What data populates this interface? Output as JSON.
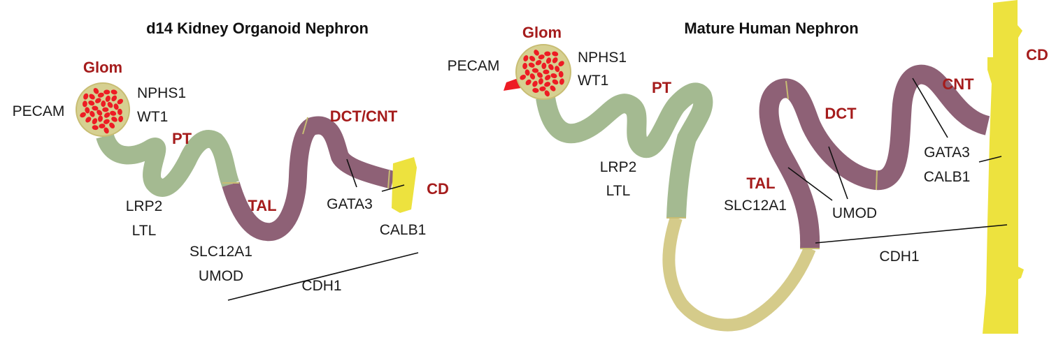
{
  "colors": {
    "glom_fill": "#d6d091",
    "glom_border": "#c8bd73",
    "capillary": "#ed1c24",
    "proximal_tubule": "#a4ba91",
    "loop_thin": "#d5cb8a",
    "distal_tubule": "#8e6176",
    "collecting_duct": "#ede23e",
    "segment_label": "#a51c1c",
    "marker_text": "#1a1a1a",
    "leader_line": "#111111"
  },
  "panels": {
    "organoid": {
      "title": "d14 Kidney Organoid Nephron",
      "segments": {
        "glom": "Glom",
        "pt": "PT",
        "tal": "TAL",
        "dct_cnt": "DCT/CNT",
        "cd": "CD"
      },
      "markers": {
        "pecam": "PECAM",
        "nphs1": "NPHS1",
        "wt1": "WT1",
        "lrp2": "LRP2",
        "ltl": "LTL",
        "slc12a1": "SLC12A1",
        "umod": "UMOD",
        "gata3": "GATA3",
        "calb1": "CALB1",
        "cdh1": "CDH1"
      }
    },
    "mature": {
      "title": "Mature Human Nephron",
      "segments": {
        "glom": "Glom",
        "pt": "PT",
        "tal": "TAL",
        "dct": "DCT",
        "cnt": "CNT",
        "cd": "CD"
      },
      "markers": {
        "pecam": "PECAM",
        "nphs1": "NPHS1",
        "wt1": "WT1",
        "lrp2": "LRP2",
        "ltl": "LTL",
        "slc12a1": "SLC12A1",
        "umod": "UMOD",
        "gata3": "GATA3",
        "calb1": "CALB1",
        "cdh1": "CDH1"
      }
    }
  }
}
